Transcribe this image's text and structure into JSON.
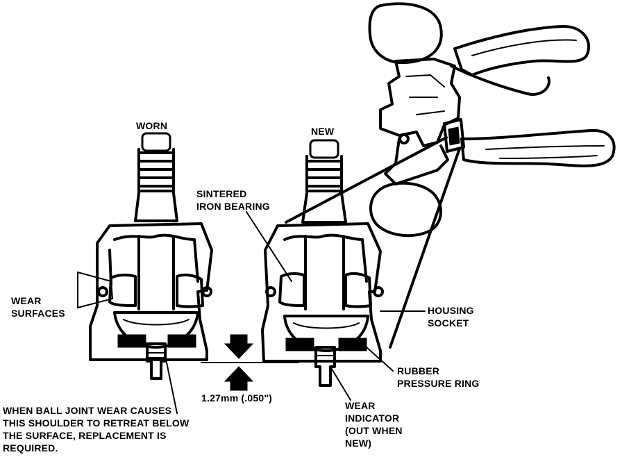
{
  "labels": {
    "worn": "WORN",
    "new": "NEW",
    "sintered_1": "SINTERED",
    "sintered_2": "IRON BEARING",
    "wear_surfaces_1": "WEAR",
    "wear_surfaces_2": "SURFACES",
    "housing_1": "HOUSING",
    "housing_2": "SOCKET",
    "rubber_1": "RUBBER",
    "rubber_2": "PRESSURE RING",
    "measurement": "1.27mm (.050\")",
    "wear_indicator_1": "WEAR",
    "wear_indicator_2": "INDICATOR",
    "wear_indicator_3": "(OUT WHEN",
    "wear_indicator_4": "NEW)",
    "note_1": "WHEN BALL JOINT WEAR CAUSES",
    "note_2": "THIS SHOULDER TO RETREAT BELOW",
    "note_3": "THE SURFACE, REPLACEMENT IS",
    "note_4": "REQUIRED."
  }
}
